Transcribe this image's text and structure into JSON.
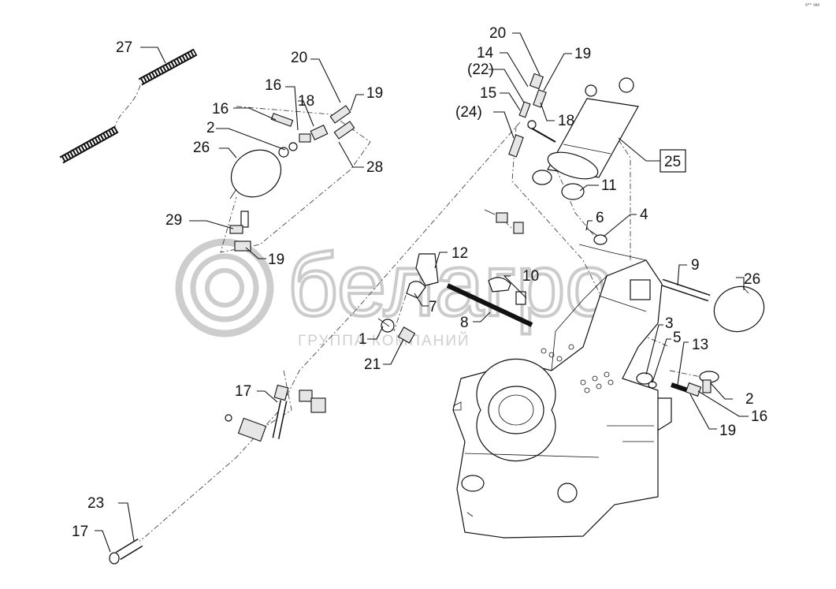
{
  "watermark": {
    "brand": "белагро",
    "tagline": "ГРУППА КОМПАНИЙ"
  },
  "corner_mark": "ᵃ°° ᵃᵃᵃ",
  "callouts": [
    {
      "id": "c27",
      "text": "27"
    },
    {
      "id": "c16a",
      "text": "16"
    },
    {
      "id": "c20a",
      "text": "20"
    },
    {
      "id": "c18a",
      "text": "18"
    },
    {
      "id": "c19a",
      "text": "19"
    },
    {
      "id": "c16b",
      "text": "16"
    },
    {
      "id": "c2a",
      "text": "2"
    },
    {
      "id": "c26a",
      "text": "26"
    },
    {
      "id": "c28",
      "text": "28"
    },
    {
      "id": "c29",
      "text": "29"
    },
    {
      "id": "c19b",
      "text": "19"
    },
    {
      "id": "c20b",
      "text": "20"
    },
    {
      "id": "c14",
      "text": "14"
    },
    {
      "id": "c22",
      "text": "(22)"
    },
    {
      "id": "c19c",
      "text": "19"
    },
    {
      "id": "c15",
      "text": "15"
    },
    {
      "id": "c24",
      "text": "(24)"
    },
    {
      "id": "c18b",
      "text": "18"
    },
    {
      "id": "c25",
      "text": "25"
    },
    {
      "id": "c11",
      "text": "11"
    },
    {
      "id": "c6",
      "text": "6"
    },
    {
      "id": "c4",
      "text": "4"
    },
    {
      "id": "c12",
      "text": "12"
    },
    {
      "id": "c10",
      "text": "10"
    },
    {
      "id": "c9",
      "text": "9"
    },
    {
      "id": "c26b",
      "text": "26"
    },
    {
      "id": "c7",
      "text": "7"
    },
    {
      "id": "c8",
      "text": "8"
    },
    {
      "id": "c3",
      "text": "3"
    },
    {
      "id": "c5",
      "text": "5"
    },
    {
      "id": "c13",
      "text": "13"
    },
    {
      "id": "c1",
      "text": "1"
    },
    {
      "id": "c21",
      "text": "21"
    },
    {
      "id": "c2b",
      "text": "2"
    },
    {
      "id": "c16c",
      "text": "16"
    },
    {
      "id": "c19d",
      "text": "19"
    },
    {
      "id": "c17a",
      "text": "17"
    },
    {
      "id": "c23",
      "text": "23"
    },
    {
      "id": "c17b",
      "text": "17"
    }
  ]
}
